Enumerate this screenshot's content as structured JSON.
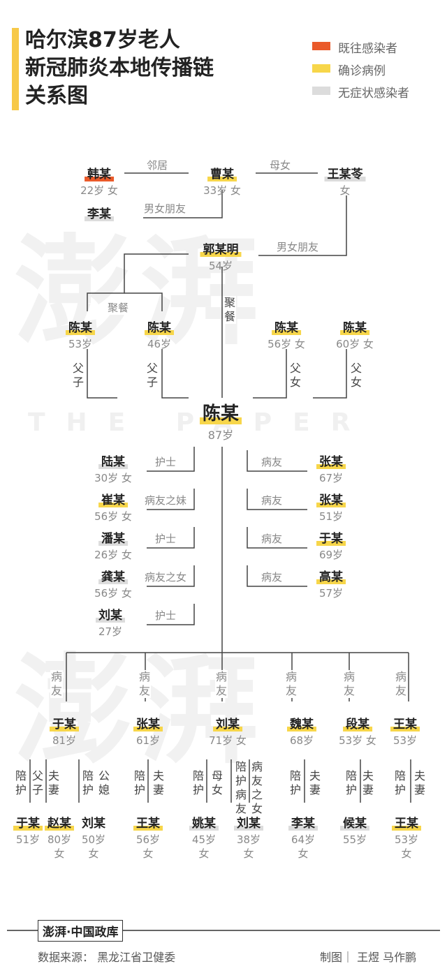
{
  "title": {
    "line1": "哈尔滨87岁老人",
    "line2": "新冠肺炎本地传播链",
    "line3": "关系图"
  },
  "legend": [
    {
      "label": "既往感染者",
      "color": "#ea5a2a"
    },
    {
      "label": "确诊病例",
      "color": "#f7d64a"
    },
    {
      "label": "无症状感染者",
      "color": "#dcdcdc"
    }
  ],
  "watermark": {
    "text": "澎湃",
    "sub": "THE PAPER"
  },
  "top": {
    "han": {
      "name": "韩某",
      "info": "22岁 女"
    },
    "li": {
      "name": "李某"
    },
    "cao": {
      "name": "曹某",
      "info": "33岁 女"
    },
    "wang": {
      "name": "王某苓",
      "info": "女"
    },
    "rel_neighbor": "邻居",
    "rel_mother": "母女",
    "rel_bf1": "男女朋友",
    "rel_bf2": "男女朋友"
  },
  "guo": {
    "name": "郭某明",
    "info": "54岁"
  },
  "dinner_label": "聚餐",
  "dinner_vertical": "聚餐",
  "mid": {
    "chen1": {
      "name": "陈某",
      "info": "53岁",
      "rel": "父子"
    },
    "chen2": {
      "name": "陈某",
      "info": "46岁",
      "rel": "父子"
    },
    "chen3": {
      "name": "陈某",
      "info": "56岁 女",
      "rel": "父女"
    },
    "chen4": {
      "name": "陈某",
      "info": "60岁 女",
      "rel": "父女"
    }
  },
  "center": {
    "name": "陈某",
    "info": "87岁"
  },
  "left_list": [
    {
      "name": "陆某",
      "info": "30岁 女",
      "rel": "护士"
    },
    {
      "name": "崔某",
      "info": "56岁 女",
      "rel": "病友之妹"
    },
    {
      "name": "潘某",
      "info": "26岁 女",
      "rel": "护士"
    },
    {
      "name": "龚某",
      "info": "56岁 女",
      "rel": "病友之女"
    },
    {
      "name": "刘某",
      "info": "27岁",
      "rel": "护士"
    }
  ],
  "right_list": [
    {
      "name": "张某",
      "info": "67岁",
      "rel": "病友"
    },
    {
      "name": "张某",
      "info": "51岁",
      "rel": "病友"
    },
    {
      "name": "于某",
      "info": "69岁",
      "rel": "病友"
    },
    {
      "name": "高某",
      "info": "57岁",
      "rel": "病友"
    }
  ],
  "patients": [
    {
      "name": "于某",
      "info": "81岁",
      "rel": "病友"
    },
    {
      "name": "张某",
      "info": "61岁",
      "rel": "病友"
    },
    {
      "name": "刘某",
      "info": "71岁 女",
      "rel": "病友"
    },
    {
      "name": "魏某",
      "info": "68岁",
      "rel": "病友"
    },
    {
      "name": "段某",
      "info": "53岁 女",
      "rel": "病友"
    },
    {
      "name": "王某",
      "info": "53岁",
      "rel": "病友"
    }
  ],
  "bottom_rels": [
    "陪护",
    "父子",
    "夫妻",
    "陪护",
    "公媳",
    "陪护",
    "夫妻",
    "陪护",
    "母女",
    "陪护病友",
    "病友之女",
    "陪护",
    "夫妻",
    "陪护",
    "夫妻",
    "陪护",
    "夫妻"
  ],
  "bottom": [
    {
      "name": "于某",
      "info": "51岁"
    },
    {
      "name": "赵某",
      "info": "80岁",
      "sex": "女"
    },
    {
      "name": "刘某",
      "info": "50岁",
      "sex": "女"
    },
    {
      "name": "王某",
      "info": "56岁",
      "sex": "女"
    },
    {
      "name": "姚某",
      "info": "45岁",
      "sex": "女"
    },
    {
      "name": "刘某",
      "info": "38岁",
      "sex": "女"
    },
    {
      "name": "李某",
      "info": "64岁",
      "sex": "女"
    },
    {
      "name": "候某",
      "info": "55岁"
    },
    {
      "name": "王某",
      "info": "53岁",
      "sex": "女"
    }
  ],
  "footer": {
    "logo": "澎湃·中国政库",
    "source": "数据来源：  黑龙江省卫健委",
    "credit": "制图｜ 王煜  马作鹏"
  }
}
